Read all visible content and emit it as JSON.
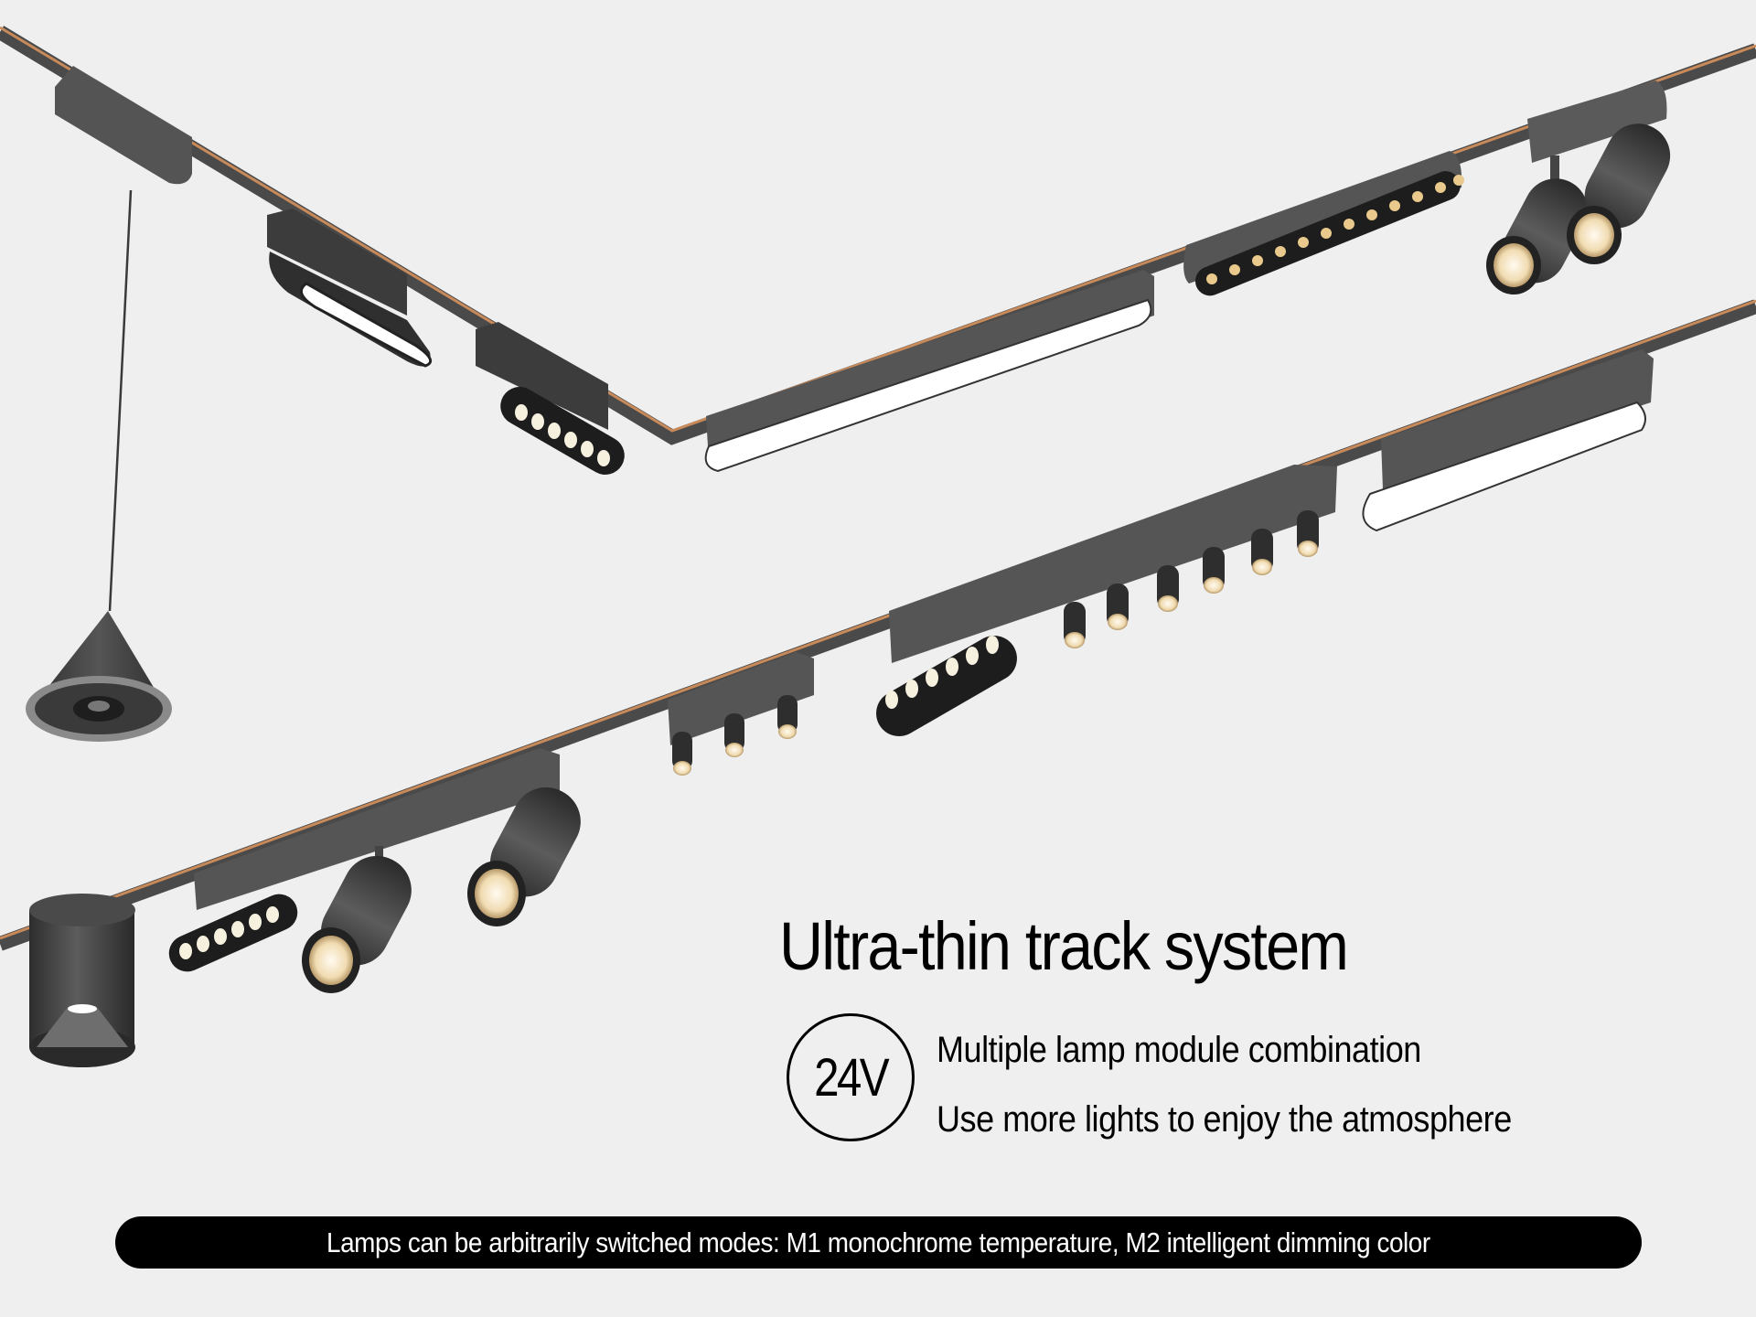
{
  "headline": "Ultra-thin track system",
  "voltage_badge": "24V",
  "features": [
    "Multiple lamp module combination",
    "Use more lights to enjoy the atmosphere"
  ],
  "mode_banner": "Lamps can be arbitrarily switched modes: M1 monochrome temperature, M2 intelligent dimming color",
  "colors": {
    "background": "#efefef",
    "track": "#4a4a4a",
    "track_stripe": "#c98a5a",
    "fixture": "#3c3c3c",
    "fixture_light": "#5a5a5a",
    "led_warm": "#f3e2bf",
    "led_white": "#ffffff",
    "text": "#000000",
    "banner_bg": "#000000",
    "banner_text": "#ffffff"
  },
  "illustration": {
    "upper_track": "V-shaped magnetic track with pendant cone, flood bar, 6-LED grille, linear flood bar, 12-LED grille, twin spotlights",
    "lower_track": "Straight magnetic track with cylinder downlight, 6-LED grille + twin spotlight bar, 3 pin-spots, 6-LED grille + 6 pin-spot bar, linear flood bar"
  }
}
